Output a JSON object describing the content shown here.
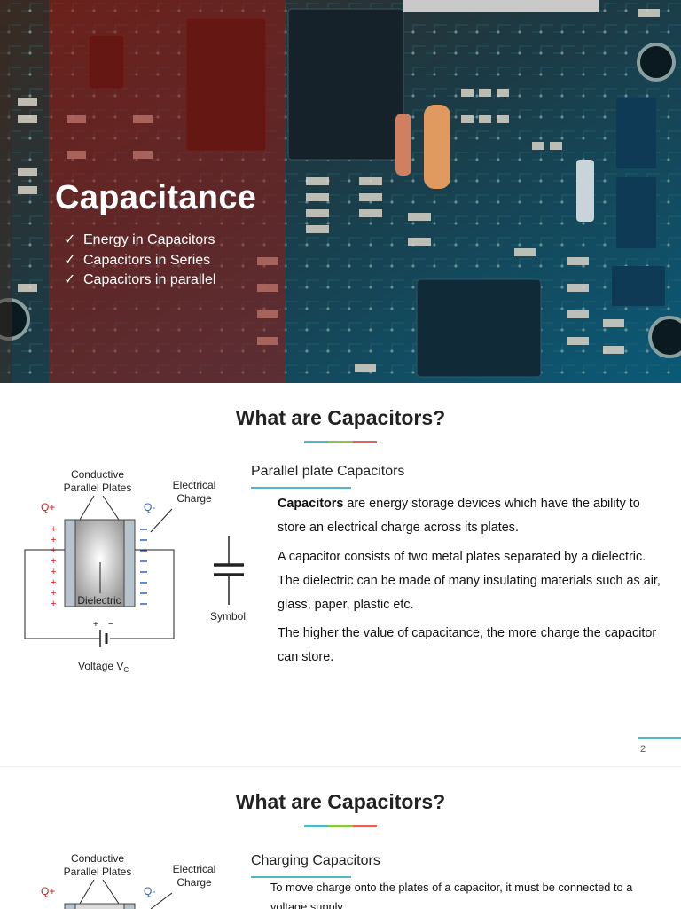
{
  "slide1": {
    "title": "Capacitance",
    "bullets": [
      "Energy in Capacitors",
      "Capacitors in Series",
      "Capacitors in parallel"
    ],
    "check": "✓"
  },
  "slide2": {
    "title": "What are Capacitors?",
    "subtitle": "Parallel plate Capacitors",
    "para1_bold": "Capacitors",
    "para1_rest": " are energy storage devices which have the ability to store an electrical charge across its plates.",
    "para2": "A capacitor consists of two metal plates separated by a dielectric. The dielectric can be made of many insulating materials such as air, glass, paper, plastic etc.",
    "para3": "The higher the value of capacitance, the more charge the capacitor can store.",
    "page_number": "2",
    "diagram": {
      "plates_label_1": "Conductive",
      "plates_label_2": "Parallel Plates",
      "charge_label_1": "Electrical",
      "charge_label_2": "Charge",
      "q_plus": "Q+",
      "q_minus": "Q-",
      "dielectric": "Dielectric",
      "voltage": "Voltage V",
      "voltage_sub": "C",
      "symbol": "Symbol",
      "battery_plus": "+",
      "battery_minus": "−"
    }
  },
  "slide3": {
    "title": "What are Capacitors?",
    "subtitle": "Charging Capacitors",
    "para1": "To move charge onto the plates of a capacitor, it must be connected to a voltage supply.",
    "diagram": {
      "plates_label_1": "Conductive",
      "plates_label_2": "Parallel Plates",
      "charge_label_1": "Electrical",
      "charge_label_2": "Charge",
      "q_plus": "Q+",
      "q_minus": "Q-"
    }
  },
  "colors": {
    "accent_teal": "#4fb8c4",
    "accent_green": "#8cc63f",
    "accent_red": "#e8605a",
    "charge_red": "#d02020",
    "charge_blue": "#3060c0"
  }
}
